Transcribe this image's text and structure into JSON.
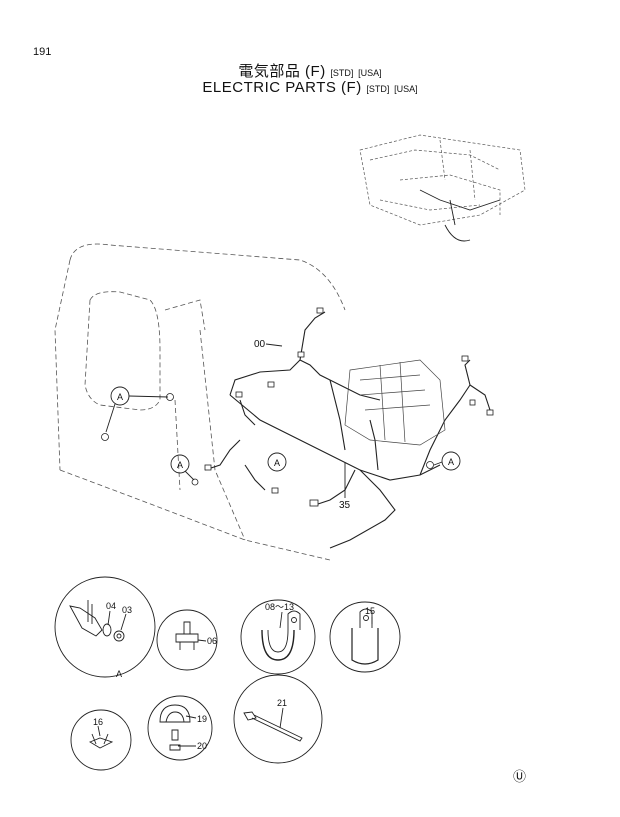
{
  "page_number": "191",
  "title_jp": "電気部品 (F)",
  "title_en": "ELECTRIC PARTS (F)",
  "tag_std": "[STD]",
  "tag_usa": "[USA]",
  "mark": "Ⓤ",
  "callouts": {
    "a1": "A",
    "a2": "A",
    "a3": "A",
    "a_detail": "A",
    "p00": "00",
    "p35": "35",
    "p04": "04",
    "p03": "03",
    "p06": "06",
    "p08": "08～13",
    "p15": "15",
    "p16": "16",
    "p19": "19",
    "p20": "20",
    "p21": "21"
  }
}
